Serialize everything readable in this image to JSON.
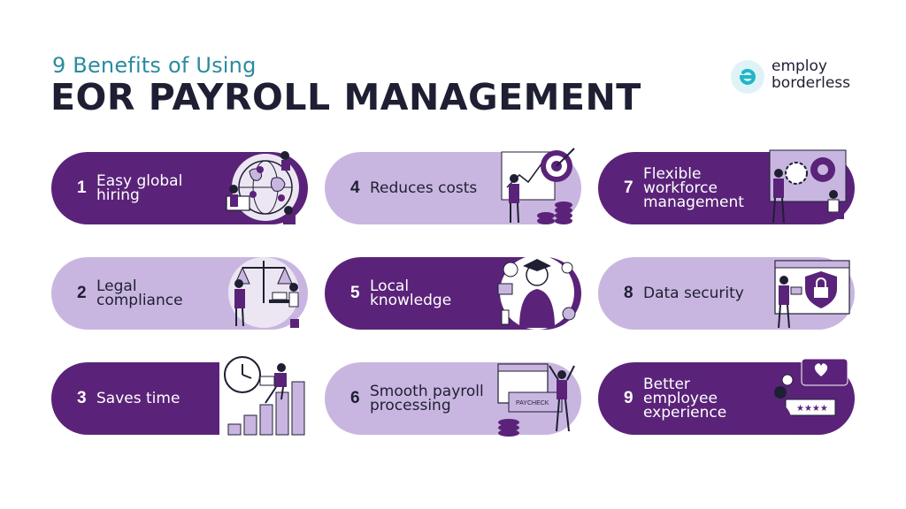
{
  "header": {
    "subtitle": "9 Benefits of Using",
    "title": "EOR PAYROLL MANAGEMENT"
  },
  "brand": {
    "line1": "employ",
    "line2": "borderless",
    "accent": "#1fb6c9"
  },
  "colors": {
    "dark": "#5a2379",
    "light": "#c9b6e0",
    "text": "#1e1f33"
  },
  "benefits": [
    {
      "number": "1",
      "label": "Easy global\nhiring",
      "style": "dark",
      "icon": "globe-hiring-icon"
    },
    {
      "number": "2",
      "label": "Legal\ncompliance",
      "style": "light",
      "icon": "scales-compliance-icon"
    },
    {
      "number": "3",
      "label": "Saves time",
      "style": "dark",
      "icon": "clock-growth-icon"
    },
    {
      "number": "4",
      "label": "Reduces costs",
      "style": "light",
      "icon": "target-coins-icon"
    },
    {
      "number": "5",
      "label": "Local\nknowledge",
      "style": "dark",
      "icon": "graduate-thinking-icon"
    },
    {
      "number": "6",
      "label": "Smooth payroll\nprocessing",
      "style": "light",
      "icon": "paycheck-calendar-icon"
    },
    {
      "number": "7",
      "label": "Flexible\nworkforce\nmanagement",
      "style": "dark",
      "icon": "gears-workforce-icon"
    },
    {
      "number": "8",
      "label": "Data security",
      "style": "light",
      "icon": "lock-shield-icon"
    },
    {
      "number": "9",
      "label": "Better\nemployee\nexperience",
      "style": "dark",
      "icon": "heart-rating-icon"
    }
  ],
  "paycheck_label": "PAYCHECK"
}
